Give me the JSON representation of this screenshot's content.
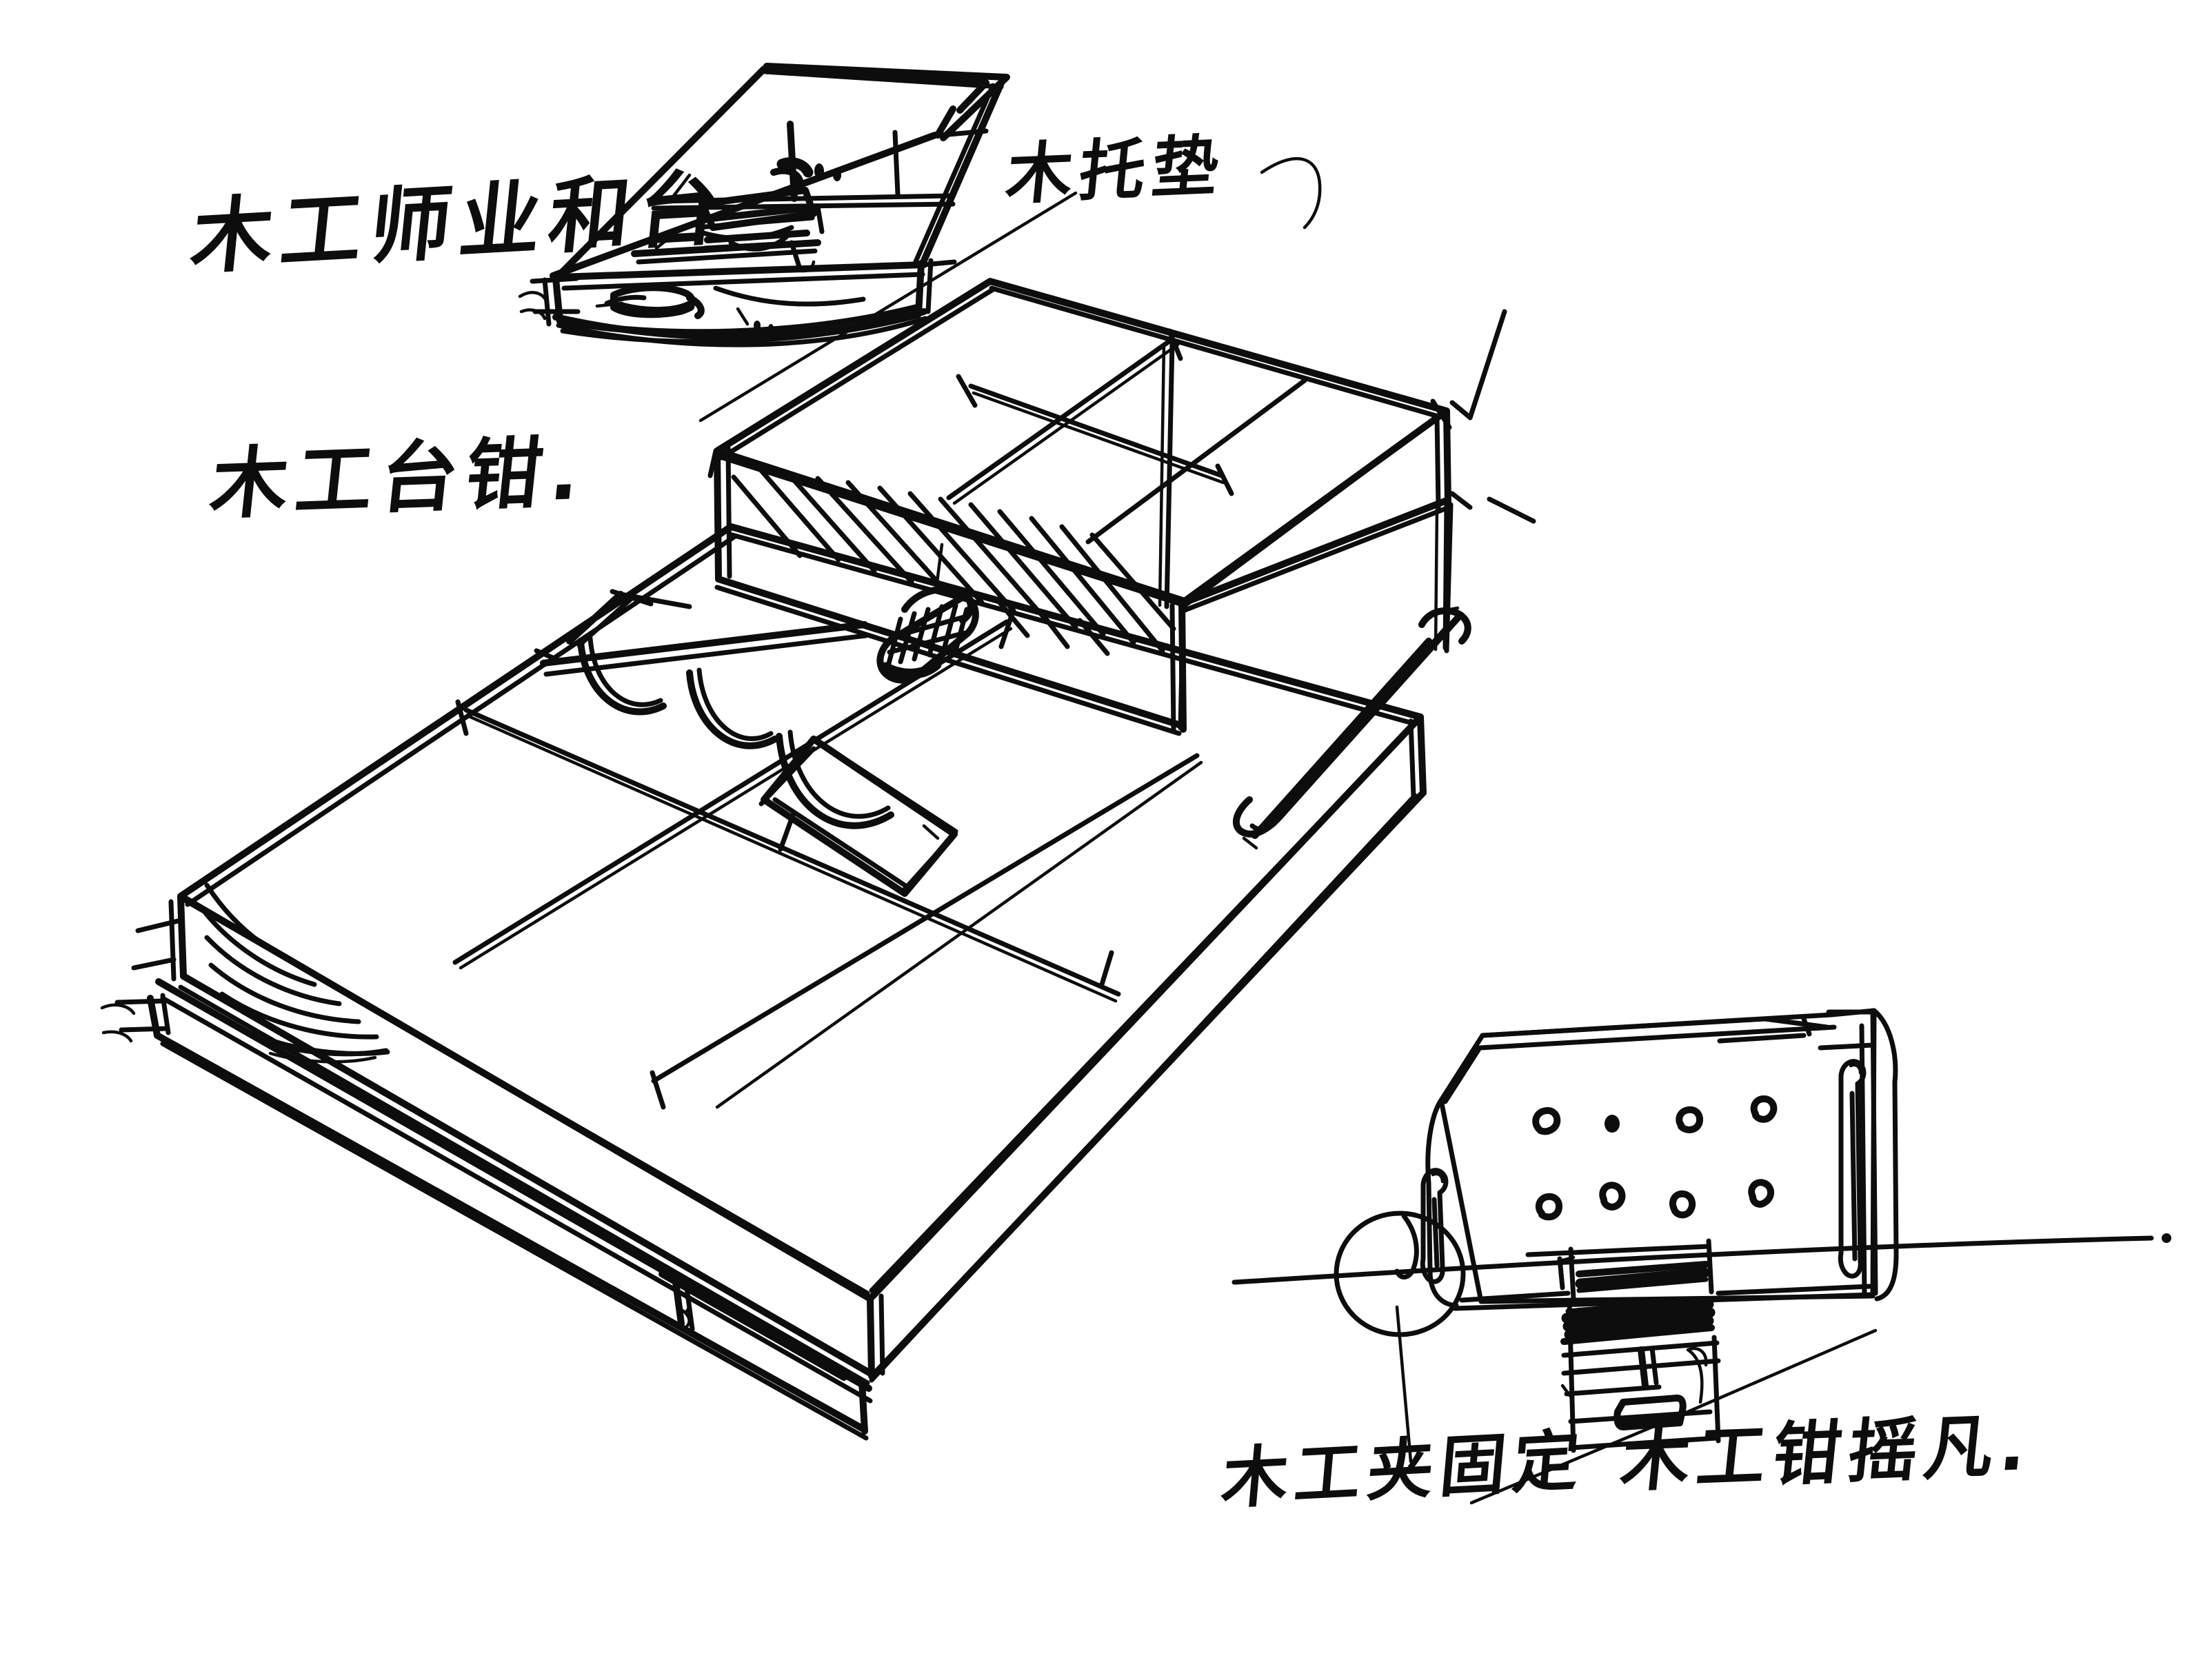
{
  "sheet": {
    "medium": "pen-on-paper-sketch",
    "background_color": "#ffffff",
    "ink_color": "#0d0d0d",
    "subject": "woodworking workbench with bench vise — perspective sketch with inset top view and front elevation detail"
  },
  "annotations": [
    {
      "id": "bench-top",
      "text": "木工师业和台",
      "role": "label-main-assembly",
      "target": "inset top-view of workbench"
    },
    {
      "id": "bench-vise",
      "text": "木工台钳.",
      "role": "label-main-subject",
      "target": "main perspective view of the bench vise"
    },
    {
      "id": "wood-pad",
      "text": "木托垫",
      "role": "callout-with-leader",
      "target": "wooden pad / jaw liner on bench top"
    },
    {
      "id": "clamp-fix",
      "text": "木工夹固定",
      "role": "callout-with-leader",
      "target": "clamp hardware circled at left of front elevation"
    },
    {
      "id": "vise-crank",
      "text": "木工钳摇凡.",
      "role": "callout-with-leader",
      "target": "vise screw / crank assembly in front elevation"
    }
  ],
  "views": [
    {
      "id": "inset-top-view",
      "name": "workbench top view (inset)",
      "position": "top-left",
      "description": "shallow open box / bench top seen from above with internal rails and a small fixture"
    },
    {
      "id": "main-perspective",
      "name": "workbench perspective",
      "position": "center",
      "description": "large slab workbench top in three-quarter perspective with raised hatched riser block, round knurled vise handle, curved hold-down hooks, and a dog rail on the right side"
    },
    {
      "id": "front-elevation",
      "name": "vise front elevation detail",
      "position": "bottom-right",
      "description": "front face of the vise showing two rows of dog holes, central screw and handle hardware, side guide rods, circled clamp at left, and a ground line"
    }
  ],
  "elements": {
    "riser_block": "hatched end face raised platform",
    "vise_handle": "knurled cylinder",
    "hold_down_hooks": "two curved J hooks",
    "dog_rail": "long rounded bar on right side",
    "dog_holes_row1_count": 4,
    "dog_holes_row2_count": 4,
    "guide_rods_count": 2,
    "clamp_circle": "circled clamp detail",
    "ground_line": "horizontal datum line"
  }
}
